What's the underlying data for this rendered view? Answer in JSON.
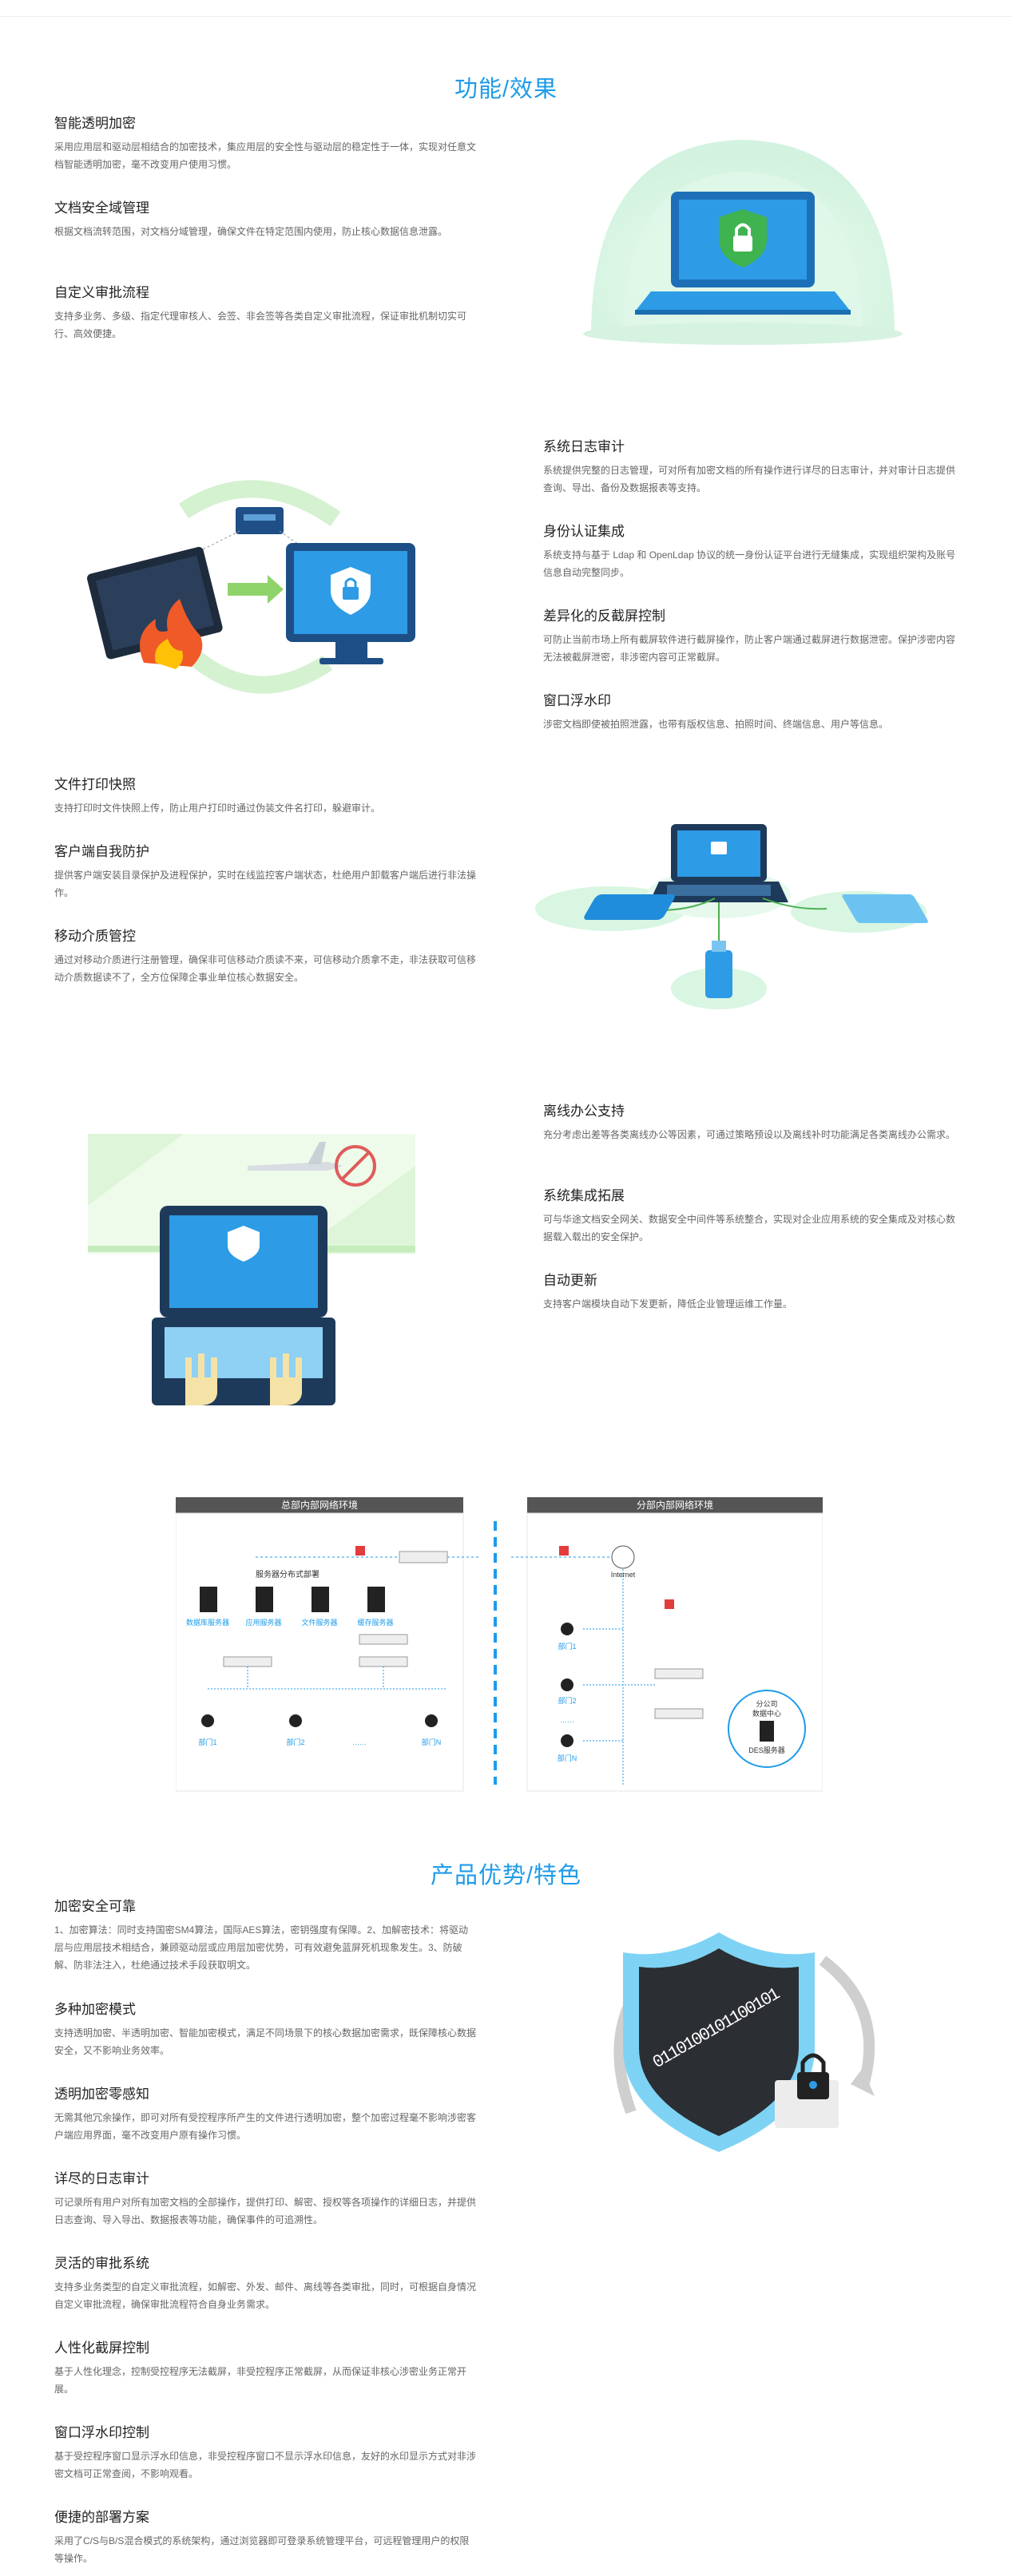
{
  "sections": {
    "functions_title": "功能/效果",
    "advantages_title": "产品优势/特色"
  },
  "block1": [
    {
      "title": "智能透明加密",
      "desc": "采用应用层和驱动层相结合的加密技术，集应用层的安全性与驱动层的稳定性于一体，实现对任意文档智能透明加密，毫不改变用户使用习惯。"
    },
    {
      "title": "文档安全域管理",
      "desc": "根据文档流转范围，对文档分域管理，确保文件在特定范围内使用，防止核心数据信息泄露。"
    },
    {
      "title": "自定义审批流程",
      "desc": "支持多业务、多级、指定代理审核人、会签、非会签等各类自定义审批流程，保证审批机制切实可行、高效便捷。"
    }
  ],
  "block2": [
    {
      "title": "系统日志审计",
      "desc": "系统提供完整的日志管理，可对所有加密文档的所有操作进行详尽的日志审计，并对审计日志提供查询、导出、备份及数据报表等支持。"
    },
    {
      "title": "身份认证集成",
      "desc": "系统支持与基于 Ldap 和 OpenLdap 协议的统一身份认证平台进行无缝集成，实现组织架构及账号信息自动完整同步。"
    },
    {
      "title": "差异化的反截屏控制",
      "desc": "可防止当前市场上所有截屏软件进行截屏操作，防止客户端通过截屏进行数据泄密。保护涉密内容无法被截屏泄密，非涉密内容可正常截屏。"
    },
    {
      "title": "窗口浮水印",
      "desc": "涉密文档即使被拍照泄露，也带有版权信息、拍照时间、终端信息、用户等信息。"
    }
  ],
  "block3": [
    {
      "title": "文件打印快照",
      "desc": "支持打印时文件快照上传，防止用户打印时通过伪装文件名打印，躲避审计。"
    },
    {
      "title": "客户端自我防护",
      "desc": "提供客户端安装目录保护及进程保护，实时在线监控客户端状态，杜绝用户卸载客户端后进行非法操作。"
    },
    {
      "title": "移动介质管控",
      "desc": "通过对移动介质进行注册管理，确保非可信移动介质读不来，可信移动介质拿不走，非法获取可信移动介质数据读不了，全方位保障企事业单位核心数据安全。"
    }
  ],
  "block4": [
    {
      "title": "离线办公支持",
      "desc": "充分考虑出差等各类离线办公等因素，可通过策略预设以及离线补时功能满足各类离线办公需求。"
    },
    {
      "title": "系统集成拓展",
      "desc": "可与华途文档安全网关、数据安全中间件等系统整合，实现对企业应用系统的安全集成及对核心数据载入载出的安全保护。"
    },
    {
      "title": "自动更新",
      "desc": "支持客户端模块自动下发更新，降低企业管理运维工作量。"
    }
  ],
  "diagram": {
    "left_title": "总部内部网络环境",
    "right_title": "分部内部网络环境",
    "server_group_label": "服务器分布式部署",
    "servers": [
      "数据库服务器",
      "应用服务器",
      "文件服务器",
      "缓存服务器"
    ],
    "left_depts": [
      "部门1",
      "部门2",
      "……",
      "部门N"
    ],
    "right_depts": [
      "部门1",
      "部门2",
      "……",
      "部门N"
    ],
    "internet_label": "Internet",
    "branch_center_line1": "分公司",
    "branch_center_line2": "数据中心",
    "des_server": "DES服务器"
  },
  "advantages": [
    {
      "title": "加密安全可靠",
      "desc": "1、加密算法：同时支持国密SM4算法，国际AES算法，密钥强度有保障。2、加解密技术：将驱动层与应用层技术相结合，兼顾驱动层或应用层加密优势，可有效避免蓝屏死机现象发生。3、防破解、防非法注入，杜绝通过技术手段获取明文。"
    },
    {
      "title": "多种加密模式",
      "desc": "支持透明加密、半透明加密、智能加密模式，满足不同场景下的核心数据加密需求，既保障核心数据安全，又不影响业务效率。"
    },
    {
      "title": "透明加密零感知",
      "desc": "无需其他冗余操作，即可对所有受控程序所产生的文件进行透明加密，整个加密过程毫不影响涉密客户端应用界面，毫不改变用户原有操作习惯。"
    },
    {
      "title": "详尽的日志审计",
      "desc": "可记录所有用户对所有加密文档的全部操作，提供打印、解密、授权等各项操作的详细日志，并提供日志查询、导入导出、数据报表等功能，确保事件的可追溯性。"
    },
    {
      "title": "灵活的审批系统",
      "desc": "支持多业务类型的自定义审批流程，如解密、外发、邮件、离线等各类审批，同时，可根据自身情况自定义审批流程，确保审批流程符合自身业务需求。"
    },
    {
      "title": "人性化截屏控制",
      "desc": "基于人性化理念，控制受控程序无法截屏，非受控程序正常截屏，从而保证非核心涉密业务正常开展。"
    },
    {
      "title": "窗口浮水印控制",
      "desc": "基于受控程序窗口显示浮水印信息，非受控程序窗口不显示浮水印信息，友好的水印显示方式对非涉密文档可正常查阅，不影响观看。"
    },
    {
      "title": "便捷的部署方案",
      "desc": "采用了C/S与B/S混合模式的系统架构，通过浏览器即可登录系统管理平台，可远程管理用户的权限等操作。"
    }
  ],
  "shield_digits": "0 1 1 0 1 0 0 1 0 1 1 0 0 1 0 1",
  "colors": {
    "accent": "#1e9be9",
    "dark_panel": "#555555",
    "diagram_line": "#1e9be9",
    "alert": "#e23c3c"
  }
}
